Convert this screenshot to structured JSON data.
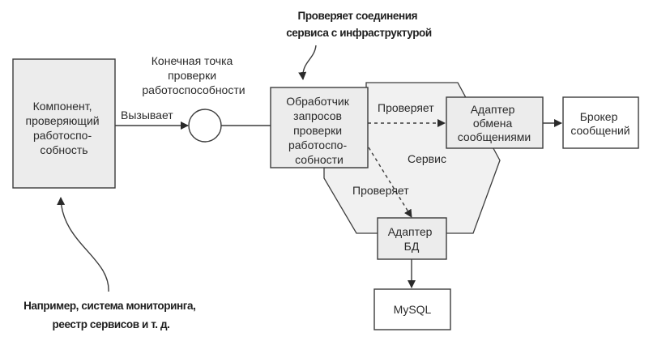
{
  "diagram": {
    "nodes": {
      "client": {
        "lines": [
          "Компонент,",
          "проверяющий",
          "работоспо-",
          "собность"
        ]
      },
      "endpoint_label": {
        "lines": [
          "Конечная точка",
          "проверки",
          "работоспособности"
        ]
      },
      "handler": {
        "lines": [
          "Обработчик",
          "запросов",
          "проверки",
          "работоспо-",
          "собности"
        ]
      },
      "service": {
        "label": "Сервис"
      },
      "messaging_adapter": {
        "lines": [
          "Адаптер",
          "обмена",
          "сообщениями"
        ]
      },
      "broker": {
        "lines": [
          "Брокер",
          "сообщений"
        ]
      },
      "db_adapter": {
        "lines": [
          "Адаптер",
          "БД"
        ]
      },
      "mysql": {
        "label": "MySQL"
      }
    },
    "edges": {
      "calls": "Вызывает",
      "checks_messaging": "Проверяет",
      "checks_db": "Проверяет"
    },
    "annotations": {
      "handler_note": [
        "Проверяет соединения",
        "сервиса с инфраструктурой"
      ],
      "client_note": [
        "Например, система мониторинга,",
        "реестр сервисов и т. д."
      ]
    }
  }
}
